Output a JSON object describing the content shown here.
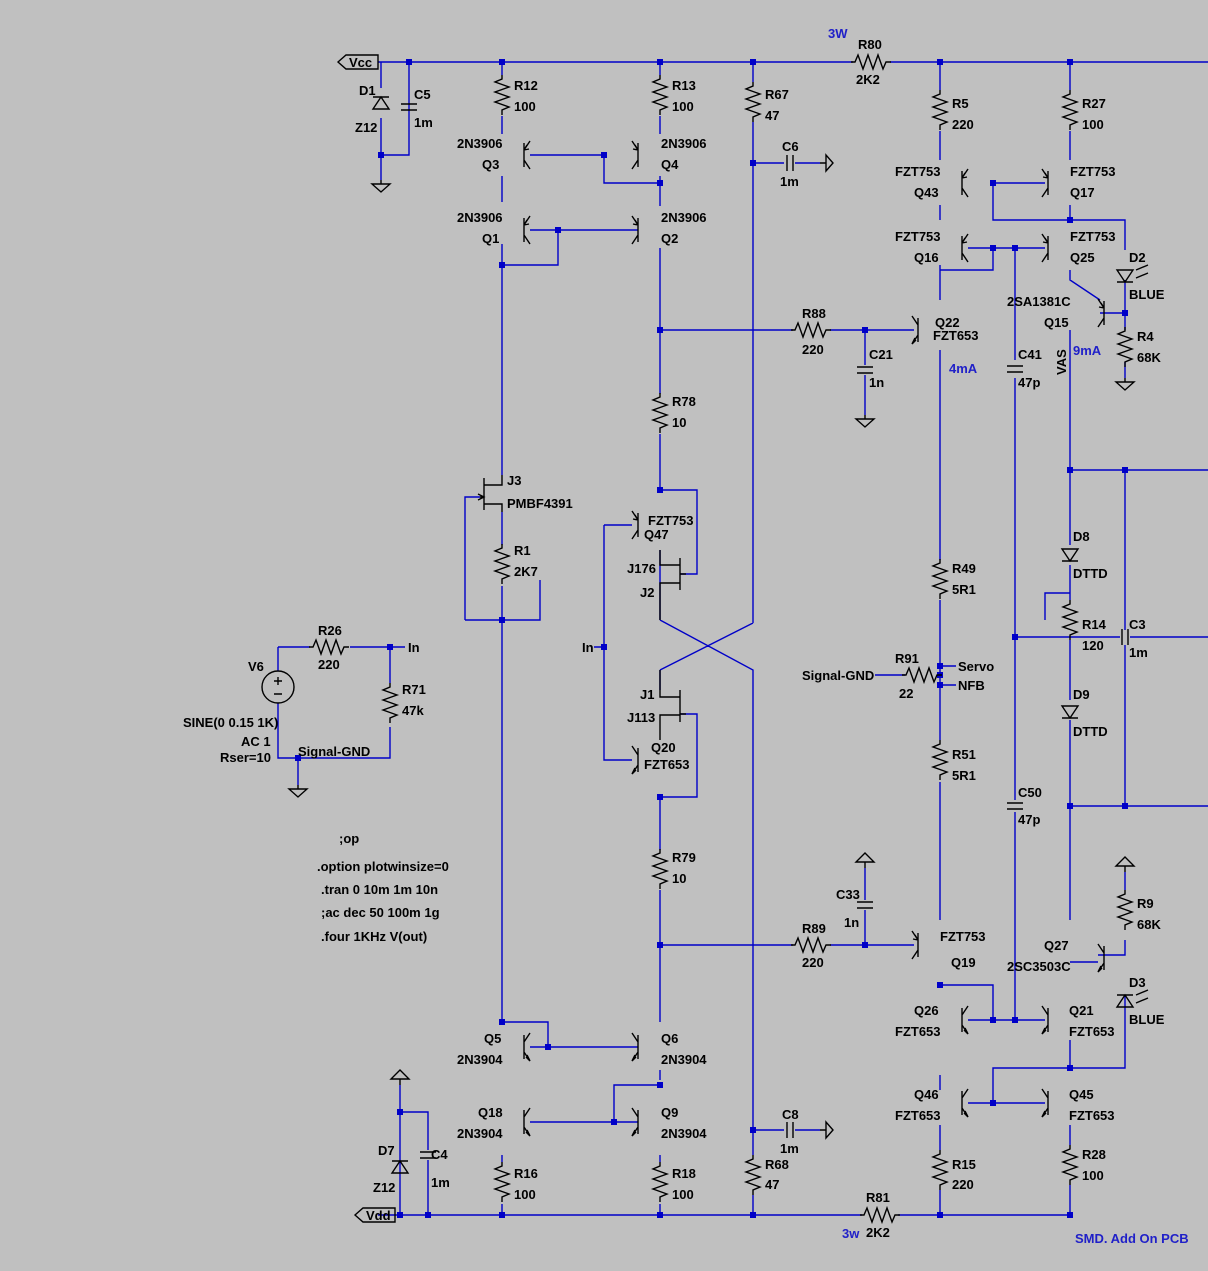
{
  "power": {
    "vcc": "Vcc",
    "vdd": "Vdd"
  },
  "resistors": [
    {
      "id": "r12",
      "ref": "R12",
      "value": "100"
    },
    {
      "id": "r13",
      "ref": "R13",
      "value": "100"
    },
    {
      "id": "r67",
      "ref": "R67",
      "value": "47"
    },
    {
      "id": "r80",
      "ref": "R80",
      "value": "2K2"
    },
    {
      "id": "r5",
      "ref": "R5",
      "value": "220"
    },
    {
      "id": "r27",
      "ref": "R27",
      "value": "100"
    },
    {
      "id": "r88",
      "ref": "R88",
      "value": "220"
    },
    {
      "id": "r78",
      "ref": "R78",
      "value": "10"
    },
    {
      "id": "r1",
      "ref": "R1",
      "value": "2K7"
    },
    {
      "id": "r26",
      "ref": "R26",
      "value": "220"
    },
    {
      "id": "r71",
      "ref": "R71",
      "value": "47k"
    },
    {
      "id": "r49",
      "ref": "R49",
      "value": "5R1"
    },
    {
      "id": "r91",
      "ref": "R91",
      "value": "22"
    },
    {
      "id": "r51",
      "ref": "R51",
      "value": "5R1"
    },
    {
      "id": "r14",
      "ref": "R14",
      "value": "120"
    },
    {
      "id": "r4",
      "ref": "R4",
      "value": "68K"
    },
    {
      "id": "r79",
      "ref": "R79",
      "value": "10"
    },
    {
      "id": "r89",
      "ref": "R89",
      "value": "220"
    },
    {
      "id": "r9",
      "ref": "R9",
      "value": "68K"
    },
    {
      "id": "r16",
      "ref": "R16",
      "value": "100"
    },
    {
      "id": "r18",
      "ref": "R18",
      "value": "100"
    },
    {
      "id": "r68",
      "ref": "R68",
      "value": "47"
    },
    {
      "id": "r81",
      "ref": "R81",
      "value": "2K2"
    },
    {
      "id": "r15",
      "ref": "R15",
      "value": "220"
    },
    {
      "id": "r28",
      "ref": "R28",
      "value": "100"
    }
  ],
  "capacitors": [
    {
      "id": "c5",
      "ref": "C5",
      "value": "1m"
    },
    {
      "id": "c6",
      "ref": "C6",
      "value": "1m"
    },
    {
      "id": "c21",
      "ref": "C21",
      "value": "1n"
    },
    {
      "id": "c41",
      "ref": "C41",
      "value": "47p"
    },
    {
      "id": "c3",
      "ref": "C3",
      "value": "1m"
    },
    {
      "id": "c50",
      "ref": "C50",
      "value": "47p"
    },
    {
      "id": "c33",
      "ref": "C33",
      "value": "1n"
    },
    {
      "id": "c8",
      "ref": "C8",
      "value": "1m"
    },
    {
      "id": "c4",
      "ref": "C4",
      "value": "1m"
    }
  ],
  "transistors": [
    {
      "id": "q3",
      "ref": "Q3",
      "model": "2N3906"
    },
    {
      "id": "q4",
      "ref": "Q4",
      "model": "2N3906"
    },
    {
      "id": "q1",
      "ref": "Q1",
      "model": "2N3906"
    },
    {
      "id": "q2",
      "ref": "Q2",
      "model": "2N3906"
    },
    {
      "id": "q43",
      "ref": "Q43",
      "model": "FZT753"
    },
    {
      "id": "q17",
      "ref": "Q17",
      "model": "FZT753"
    },
    {
      "id": "q16",
      "ref": "Q16",
      "model": "FZT753"
    },
    {
      "id": "q25",
      "ref": "Q25",
      "model": "FZT753"
    },
    {
      "id": "q15",
      "ref": "Q15",
      "model": "2SA1381C"
    },
    {
      "id": "q22",
      "ref": "Q22",
      "model": "FZT653"
    },
    {
      "id": "q47",
      "ref": "Q47",
      "model": "FZT753"
    },
    {
      "id": "q20",
      "ref": "Q20",
      "model": "FZT653"
    },
    {
      "id": "q19",
      "ref": "Q19",
      "model": "FZT753"
    },
    {
      "id": "q27",
      "ref": "Q27",
      "model": "2SC3503C"
    },
    {
      "id": "q26",
      "ref": "Q26",
      "model": "FZT653"
    },
    {
      "id": "q21",
      "ref": "Q21",
      "model": "FZT653"
    },
    {
      "id": "q46",
      "ref": "Q46",
      "model": "FZT653"
    },
    {
      "id": "q45",
      "ref": "Q45",
      "model": "FZT653"
    },
    {
      "id": "q5",
      "ref": "Q5",
      "model": "2N3904"
    },
    {
      "id": "q6",
      "ref": "Q6",
      "model": "2N3904"
    },
    {
      "id": "q18",
      "ref": "Q18",
      "model": "2N3904"
    },
    {
      "id": "q9",
      "ref": "Q9",
      "model": "2N3904"
    }
  ],
  "jfets": [
    {
      "id": "j3",
      "ref": "J3",
      "model": "PMBF4391"
    },
    {
      "id": "j2",
      "ref": "J2",
      "model": "J176"
    },
    {
      "id": "j1",
      "ref": "J1",
      "model": "J113"
    }
  ],
  "diodes": [
    {
      "id": "d1",
      "ref": "D1",
      "model": "Z12"
    },
    {
      "id": "d7",
      "ref": "D7",
      "model": "Z12"
    },
    {
      "id": "d2",
      "ref": "D2",
      "model": "BLUE"
    },
    {
      "id": "d3",
      "ref": "D3",
      "model": "BLUE"
    },
    {
      "id": "d8",
      "ref": "D8",
      "model": "DTTD"
    },
    {
      "id": "d9",
      "ref": "D9",
      "model": "DTTD"
    }
  ],
  "source": {
    "ref": "V6",
    "line1": "SINE(0 0.15 1K)",
    "line2": "AC 1",
    "line3": "Rser=10"
  },
  "netlabels": {
    "in1": "In",
    "in2": "In",
    "sgnd1": "Signal-GND",
    "sgnd2": "Signal-GND",
    "servo": "Servo",
    "nfb": "NFB",
    "vas": "VAS"
  },
  "notes": {
    "w1": "3W",
    "w2": "3w",
    "i4": "4mA",
    "i9": "9mA",
    "smd": "SMD. Add On PCB"
  },
  "directives": [
    ";op",
    ".option plotwinsize=0",
    ".tran 0 10m 1m 10n",
    ";ac dec 50 100m 1g",
    ".four 1KHz V(out)"
  ],
  "colors": {
    "background": "#c0c0c0",
    "wire": "#0000c8",
    "component": "#000000",
    "annotation": "#2020c8"
  }
}
